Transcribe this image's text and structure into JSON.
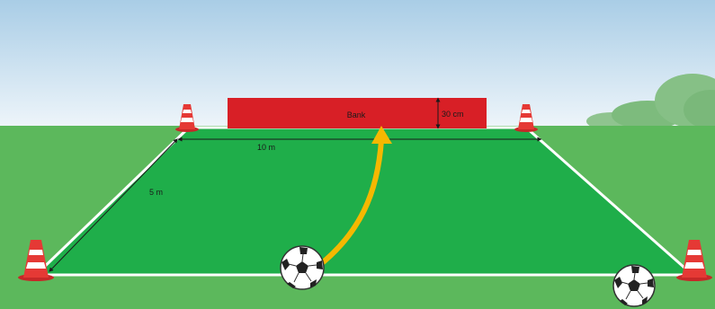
{
  "labels": {
    "bench": "Bank",
    "bench_height": "30 cm",
    "field_width": "10 m",
    "field_depth": "5 m"
  },
  "colors": {
    "sky_top": "#a9cde6",
    "sky_bottom": "#e8f1f8",
    "grass_outer": "#5cb85c",
    "field": "#1fae4a",
    "bench": "#d81f26",
    "arrow": "#f5b800",
    "cone_red": "#e53935",
    "lines": "#ffffff"
  },
  "icons": [
    "traffic-cone-icon",
    "soccer-ball-icon"
  ]
}
